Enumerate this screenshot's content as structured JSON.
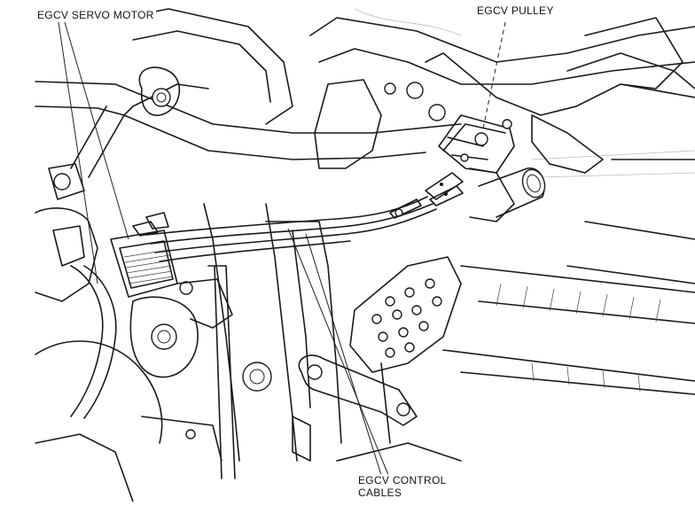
{
  "figure": {
    "callouts": {
      "servo_motor": "EGCV SERVO MOTOR",
      "pulley": "EGCV PULLEY",
      "control_cables_line1": "EGCV CONTROL",
      "control_cables_line2": "CABLES"
    }
  }
}
